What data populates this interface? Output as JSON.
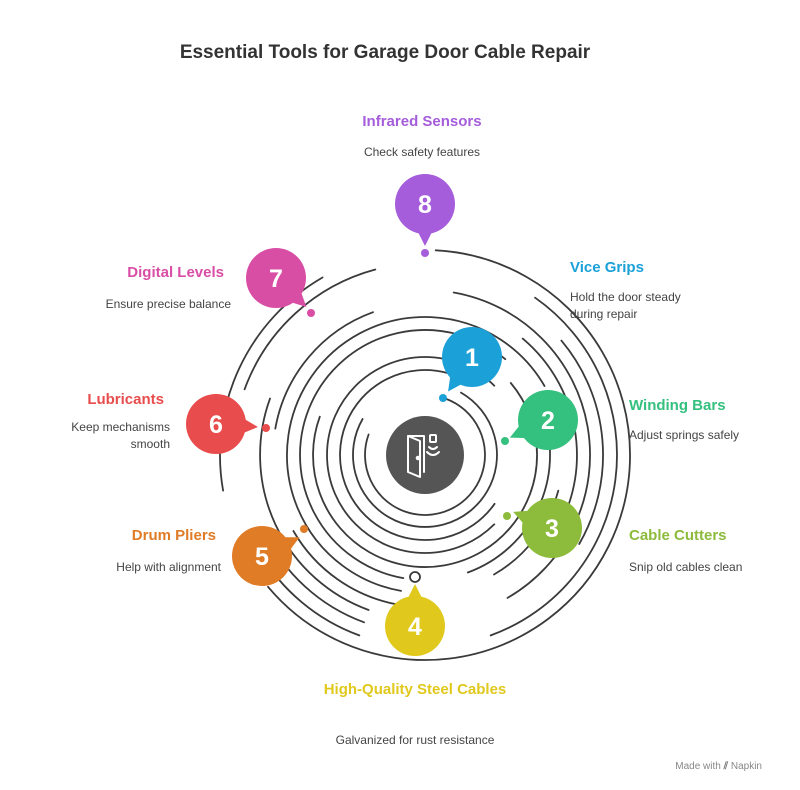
{
  "title": "Essential Tools for Garage Door Cable Repair",
  "footer": {
    "prefix": "Made with",
    "brand": "Napkin"
  },
  "center_icon": "door-sensor-icon",
  "steps": [
    {
      "num": "1",
      "label": "Vice Grips",
      "desc": "Hold the door steady during repair",
      "color": "#1ba1d8"
    },
    {
      "num": "2",
      "label": "Winding Bars",
      "desc": "Adjust springs safely",
      "color": "#34c07e"
    },
    {
      "num": "3",
      "label": "Cable Cutters",
      "desc": "Snip old cables clean",
      "color": "#8dbb3b"
    },
    {
      "num": "4",
      "label": "High-Quality Steel Cables",
      "desc": "Galvanized for rust resistance",
      "color": "#e0c91c"
    },
    {
      "num": "5",
      "label": "Drum Pliers",
      "desc": "Help with alignment",
      "color": "#e07b26"
    },
    {
      "num": "6",
      "label": "Lubricants",
      "desc": "Keep mechanisms smooth",
      "color": "#e84c4c"
    },
    {
      "num": "7",
      "label": "Digital Levels",
      "desc": "Ensure precise balance",
      "color": "#d94ea5"
    },
    {
      "num": "8",
      "label": "Infrared Sensors",
      "desc": "Check safety features",
      "color": "#a55ddb"
    }
  ]
}
